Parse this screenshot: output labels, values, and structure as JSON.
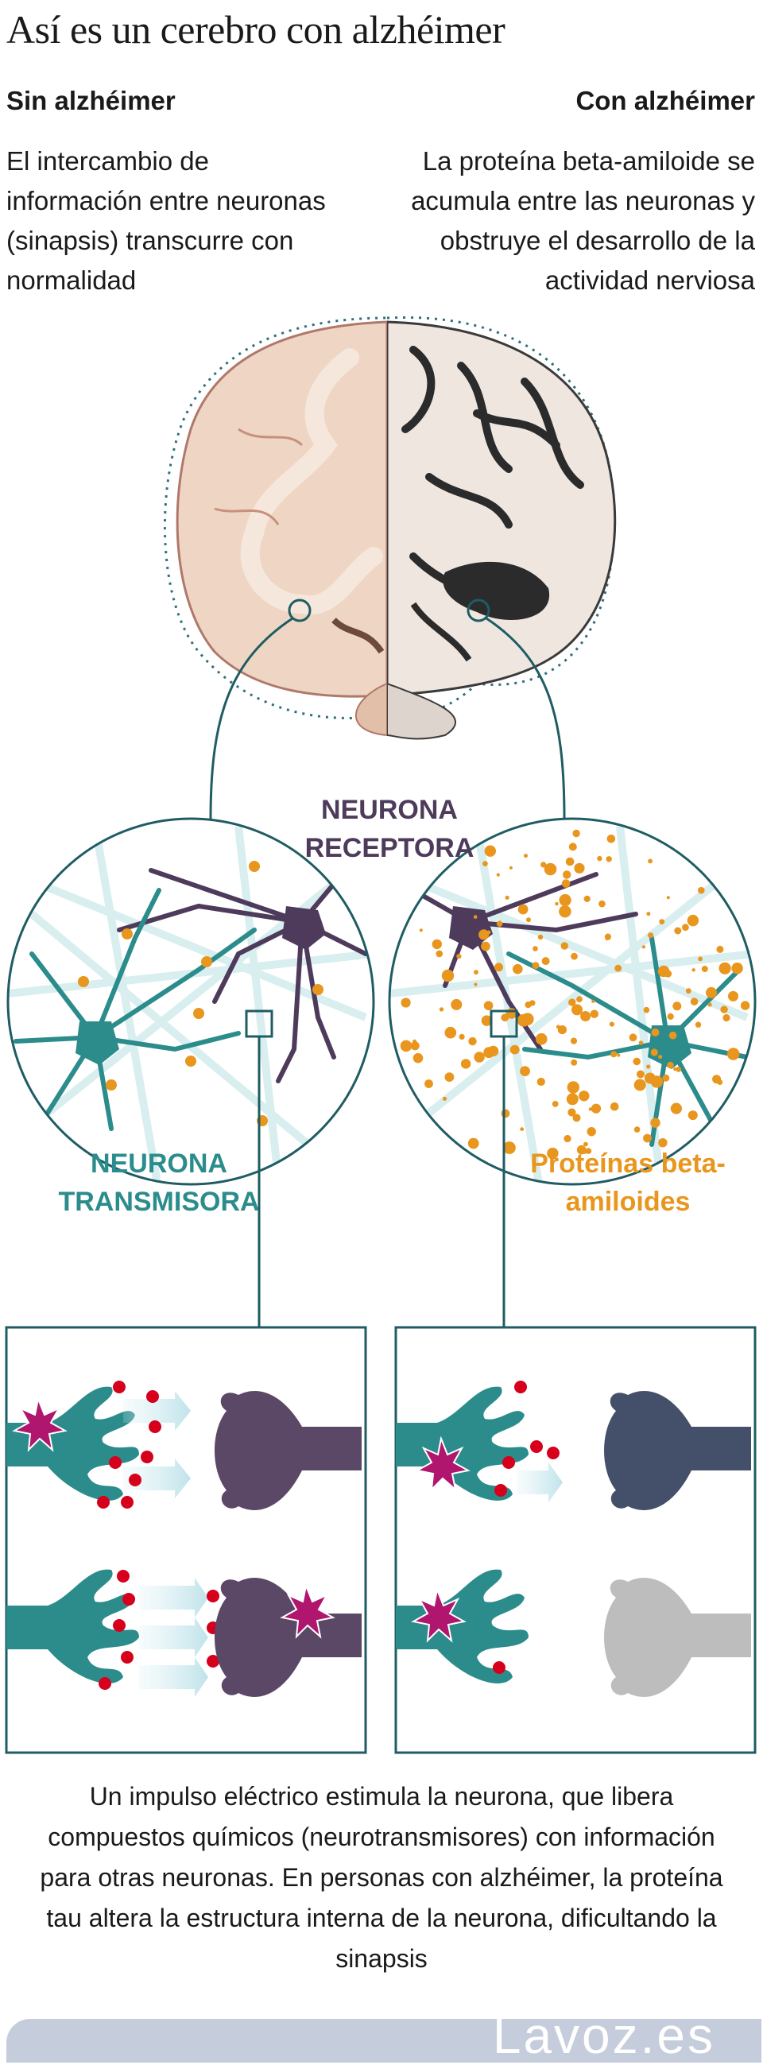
{
  "title": "Así es un cerebro con alzhéimer",
  "left_column": {
    "heading": "Sin alzhéimer",
    "text": "El intercambio de información entre neuronas (sinapsis) transcurre con normalidad"
  },
  "right_column": {
    "heading": "Con alzhéimer",
    "text": "La proteína beta-amiloide se acumula entre las neuronas y obstruye el desarrollo de la actividad nerviosa"
  },
  "labels": {
    "receptor": "NEURONA RECEPTORA",
    "transmisora": "NEURONA TRANSMISORA",
    "proteinas": "Proteínas beta-amiloides"
  },
  "caption": "Un impulso eléctrico estimula la neurona, que libera compuestos químicos (neurotransmisores) con información para otras neuronas. En personas con alzhéimer, la proteína tau altera la estructura interna de la neurona, dificultando la sinapsis",
  "footer": {
    "logo": "Lavoz.es"
  },
  "colors": {
    "teal": "#2c8c8c",
    "purple": "#4e3b5c",
    "orange": "#e8961d",
    "red": "#d6001c",
    "magenta": "#b0166e",
    "grey": "#bdbdbd",
    "dark_slate": "#44506a"
  }
}
